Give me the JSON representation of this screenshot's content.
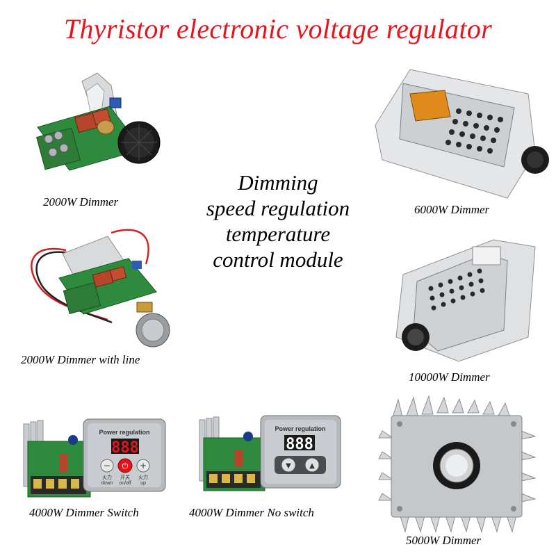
{
  "title": "Thyristor electronic voltage regulator",
  "center_heading": {
    "line1": "Dimming",
    "line2": "speed regulation",
    "line3": "temperature",
    "line4": "control module"
  },
  "products": [
    {
      "caption": "2000W Dimmer"
    },
    {
      "caption": "6000W Dimmer"
    },
    {
      "caption": "2000W Dimmer with line"
    },
    {
      "caption": "10000W Dimmer"
    },
    {
      "caption": "4000W Dimmer Switch"
    },
    {
      "caption": "4000W Dimmer No switch"
    },
    {
      "caption": "5000W Dimmer"
    }
  ],
  "panel_switch": {
    "heading": "Power regulation",
    "display": "888",
    "left_label": "down",
    "center_label": "on/off",
    "right_label": "up",
    "left_cn": "火力",
    "center_cn": "开关",
    "right_cn": "火力"
  },
  "panel_noswitch": {
    "heading": "Power regulation",
    "display": "888"
  },
  "colors": {
    "title": "#e8141c",
    "pcb": "#2e8b3e",
    "heatsink": "#c9ccd0",
    "display": "#e3151b"
  }
}
